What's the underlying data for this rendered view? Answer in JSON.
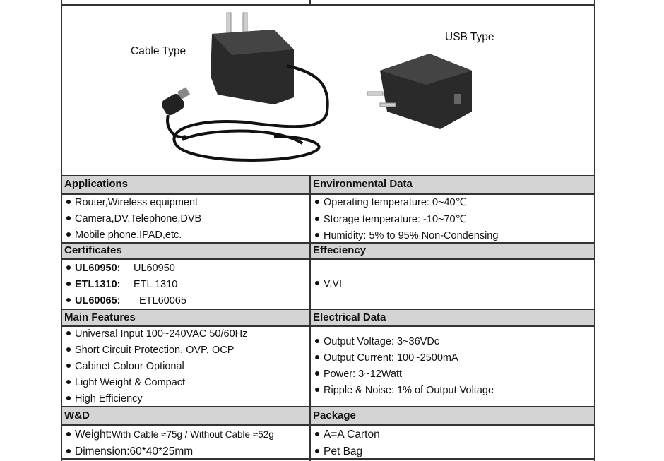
{
  "photo": {
    "cable_caption": "Cable Type",
    "usb_caption": "USB Type"
  },
  "applications": {
    "header": "Applications",
    "items": [
      "Router,Wireless equipment",
      "Camera,DV,Telephone,DVB",
      "Mobile phone,IPAD,etc."
    ]
  },
  "environmental": {
    "header": "Environmental Data",
    "items": [
      "Operating temperature: 0~40℃",
      "Storage temperature: -10~70℃",
      "Humidity: 5% to 95% Non-Condensing"
    ]
  },
  "certificates": {
    "header": "Certificates",
    "items": [
      {
        "key": "UL60950:",
        "value": "UL60950"
      },
      {
        "key": "ETL1310:",
        "value": "ETL 1310"
      },
      {
        "key": "UL60065:",
        "value": "ETL60065"
      }
    ]
  },
  "efficiency": {
    "header": "Effeciency",
    "items": [
      "V,VI"
    ]
  },
  "main_features": {
    "header": "Main Features",
    "items": [
      "Universal Input 100~240VAC  50/60Hz",
      "Short Circuit Protection, OVP, OCP",
      "Cabinet Colour Optional",
      "Light Weight & Compact",
      "High Efficiency"
    ]
  },
  "electrical": {
    "header": "Electrical Data",
    "items": [
      "Output Voltage: 3~36VDc",
      "Output Current: 100~2500mA",
      "Power: 3~12Watt",
      "Ripple & Noise: 1% of Output Voltage"
    ]
  },
  "wd": {
    "header": "W&D",
    "weight_label": "Weight:",
    "weight_value": "With Cable ≈75g / Without Cable ≈52g",
    "dimension": "Dimension:60*40*25mm"
  },
  "package": {
    "header": "Package",
    "items": [
      "A=A Carton",
      "Pet Bag"
    ]
  }
}
